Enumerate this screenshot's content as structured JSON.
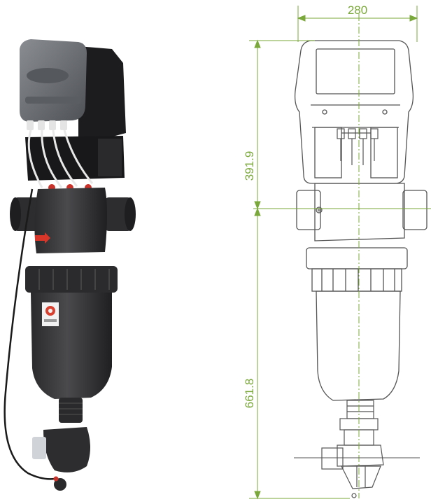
{
  "colors": {
    "dimension": "#7aa83a",
    "outline": "#555555",
    "housing": "#3c3c3e",
    "controller": "#6b6e73",
    "tube": "#e8e8e8",
    "valve_red": "#c8322a",
    "background": "#ffffff"
  },
  "dimensions": {
    "width": "280",
    "upper_height": "391.9",
    "lower_height": "661.8"
  }
}
